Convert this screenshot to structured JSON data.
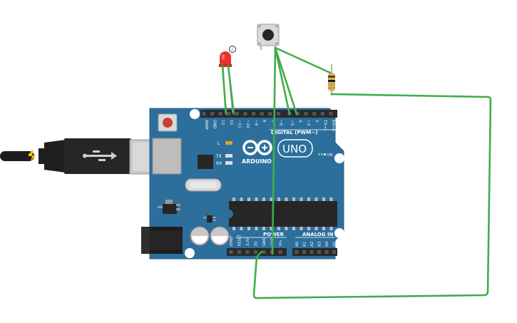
{
  "colors": {
    "board": "#2d6f9c",
    "board_edge": "#25608a",
    "wire": "#3fae49",
    "led": "#e8352c",
    "header": "#2a2a2a"
  },
  "board": {
    "logo": "ARDUINO",
    "model": "UNO",
    "digital_label": "DIGITAL (PWM~)",
    "power_label": "POWER",
    "analog_label": "ANALOG IN",
    "led_l": "L",
    "led_tx": "TX",
    "led_rx": "RX",
    "on_label": "ON",
    "top_pins": [
      "AREF",
      "GND",
      "13",
      "12",
      "~11",
      "~10",
      "~9",
      "8",
      "7",
      "~6",
      "~5",
      "4",
      "~3",
      "2",
      "TX→1",
      "RX←0"
    ],
    "bottom_pins": [
      "IOREF",
      "RESET",
      "3.3V",
      "5V",
      "GND",
      "GND",
      "Vin"
    ],
    "analog_pins": [
      "A0",
      "A1",
      "A2",
      "A3",
      "A4",
      "A5"
    ]
  },
  "components": {
    "led_info_badge": "i"
  },
  "icons": {
    "usb": "usb-icon",
    "lightning": "lightning-icon",
    "info": "info-icon"
  }
}
